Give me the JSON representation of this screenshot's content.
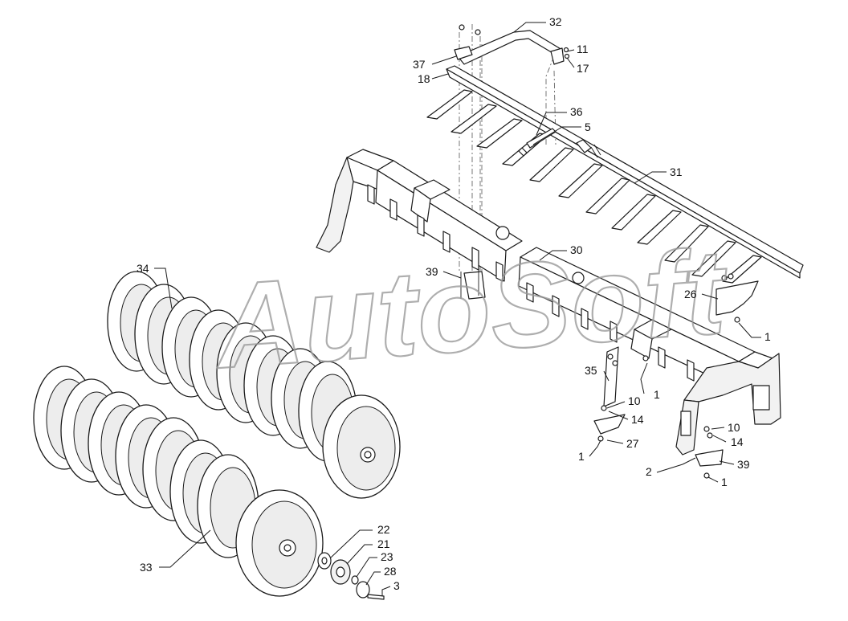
{
  "watermark": "AutoSoft",
  "callouts": [
    {
      "id": "c32",
      "label": "32"
    },
    {
      "id": "c11",
      "label": "11"
    },
    {
      "id": "c17",
      "label": "17"
    },
    {
      "id": "c37",
      "label": "37"
    },
    {
      "id": "c18",
      "label": "18"
    },
    {
      "id": "c36",
      "label": "36"
    },
    {
      "id": "c5",
      "label": "5"
    },
    {
      "id": "c31",
      "label": "31"
    },
    {
      "id": "c30",
      "label": "30"
    },
    {
      "id": "c39a",
      "label": "39"
    },
    {
      "id": "c34",
      "label": "34"
    },
    {
      "id": "c26",
      "label": "26"
    },
    {
      "id": "c1a",
      "label": "1"
    },
    {
      "id": "c35",
      "label": "35"
    },
    {
      "id": "c1b",
      "label": "1"
    },
    {
      "id": "c10a",
      "label": "10"
    },
    {
      "id": "c14a",
      "label": "14"
    },
    {
      "id": "c27",
      "label": "27"
    },
    {
      "id": "c1c",
      "label": "1"
    },
    {
      "id": "c10b",
      "label": "10"
    },
    {
      "id": "c14b",
      "label": "14"
    },
    {
      "id": "c2",
      "label": "2"
    },
    {
      "id": "c39b",
      "label": "39"
    },
    {
      "id": "c1d",
      "label": "1"
    },
    {
      "id": "c22",
      "label": "22"
    },
    {
      "id": "c21",
      "label": "21"
    },
    {
      "id": "c23",
      "label": "23"
    },
    {
      "id": "c28",
      "label": "28"
    },
    {
      "id": "c3",
      "label": "3"
    },
    {
      "id": "c33",
      "label": "33"
    }
  ]
}
